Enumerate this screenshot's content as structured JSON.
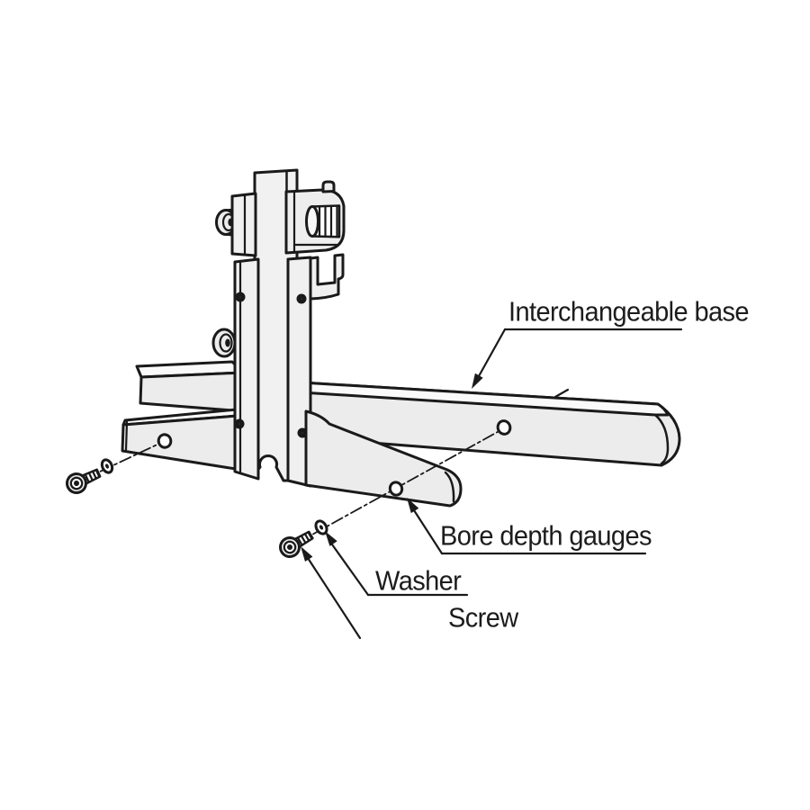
{
  "figure": {
    "labels": {
      "interchangeable_base": "Interchangeable base",
      "bore_depth_gauges": "Bore depth gauges",
      "washer": "Washer",
      "screw": "Screw"
    },
    "colors": {
      "line": "#1a1a1a",
      "part_fill": "#ececec",
      "part_top_fill": "#fafafa",
      "background": "#ffffff",
      "text": "#1c1c1c"
    }
  }
}
